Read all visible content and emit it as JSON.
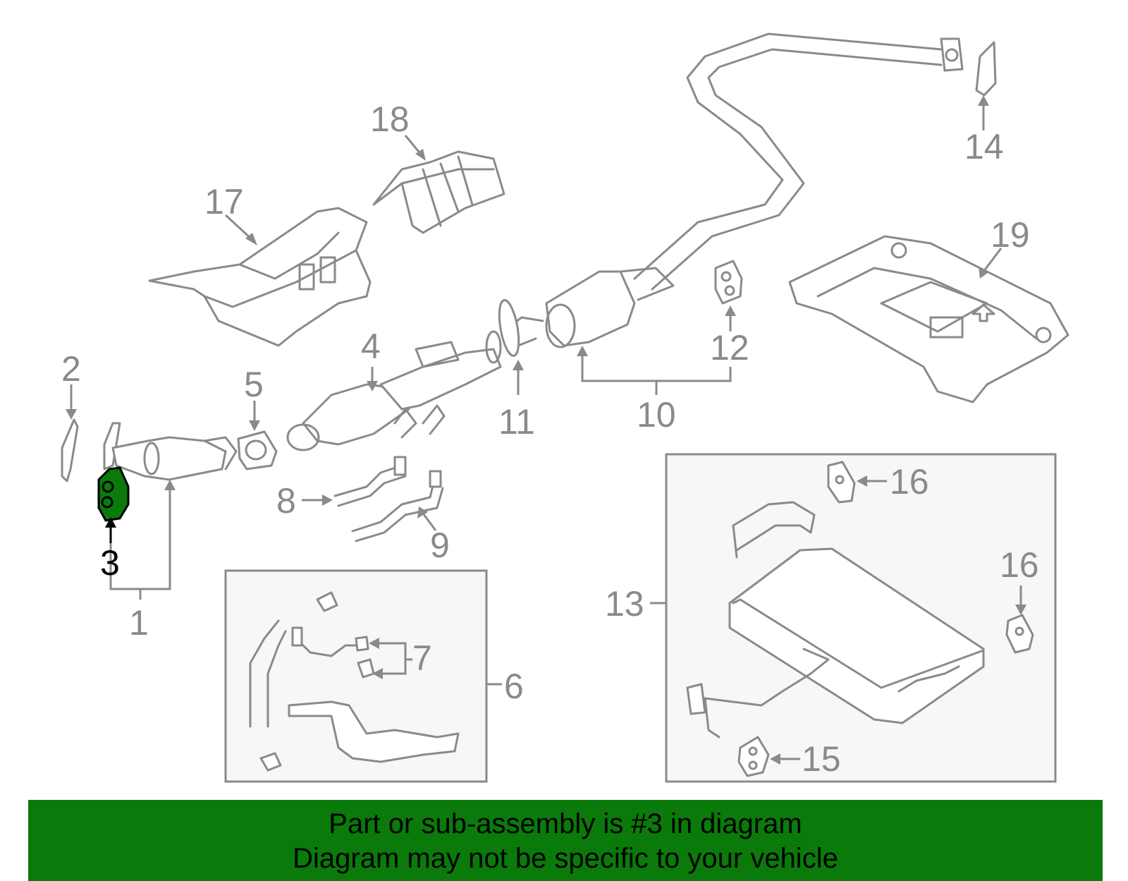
{
  "highlight_color": "#0a7a0a",
  "callouts": {
    "c1": "1",
    "c2": "2",
    "c3": "3",
    "c4": "4",
    "c5": "5",
    "c6": "6",
    "c7": "7",
    "c8": "8",
    "c9": "9",
    "c10": "10",
    "c11": "11",
    "c12": "12",
    "c13": "13",
    "c14": "14",
    "c15": "15",
    "c16a": "16",
    "c16b": "16",
    "c17": "17",
    "c18": "18",
    "c19": "19"
  },
  "highlighted_part": "3",
  "banner": {
    "line1": "Part or sub-assembly is #3 in diagram",
    "line2": "Diagram may not be specific to your vehicle"
  }
}
